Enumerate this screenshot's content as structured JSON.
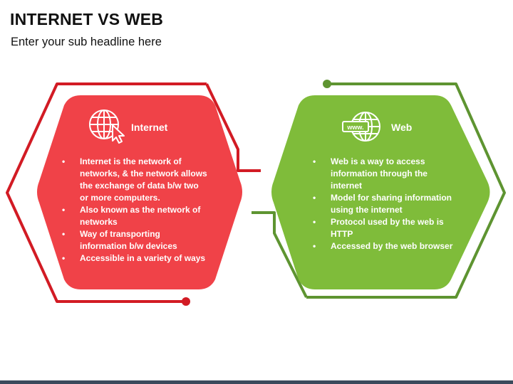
{
  "header": {
    "title": "INTERNET VS WEB",
    "subtitle": "Enter your sub headline here"
  },
  "colors": {
    "internet_fill": "#f04248",
    "internet_outline": "#d21b24",
    "web_fill": "#7fbc3a",
    "web_outline": "#5e9431"
  },
  "internet": {
    "heading": "Internet",
    "icon": "globe-cursor-icon",
    "bullets": [
      "Internet is the network of networks, & the network allows the exchange of data b/w two or more computers.",
      "Also known as the network of networks",
      "Way of transporting information b/w devices",
      "Accessible in a variety of ways"
    ]
  },
  "web": {
    "heading": "Web",
    "icon": "globe-www-icon",
    "icon_text": "www.",
    "bullets": [
      "Web is a way to access information through the internet",
      "Model for sharing information using the internet",
      "Protocol used by the web is HTTP",
      "Accessed by the web browser"
    ]
  }
}
